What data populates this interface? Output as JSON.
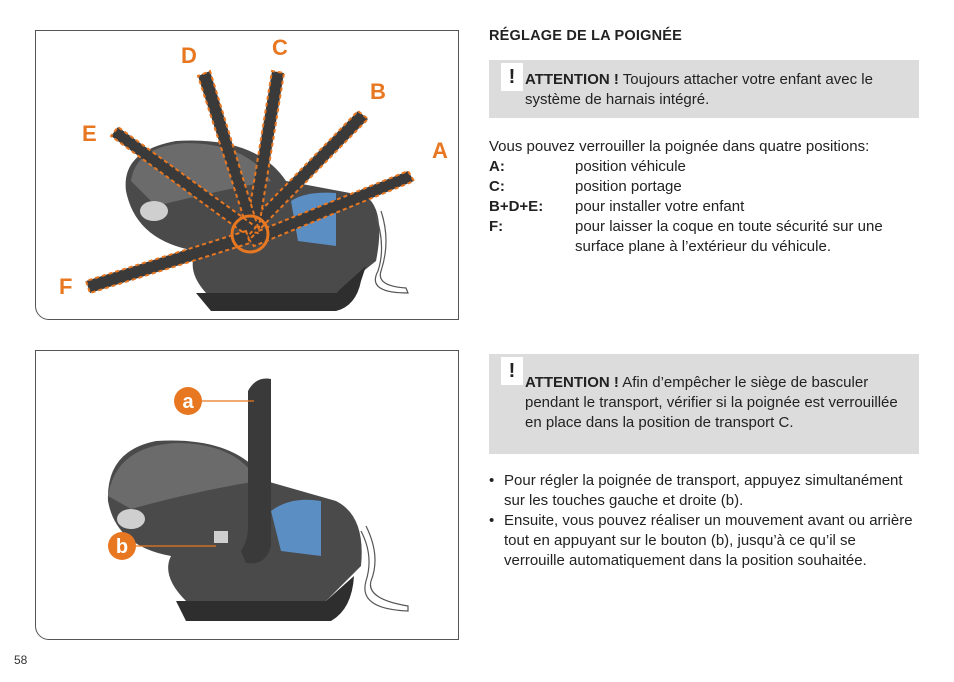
{
  "page_number": "58",
  "heading": "RÉGLAGE DE LA POIGNÉE",
  "warning1": {
    "icon": "!",
    "label": "ATTENTION !",
    "text": " Toujours attacher votre enfant avec le système de harnais intégré."
  },
  "intro": "Vous pouvez verrouiller la poignée dans quatre positions:",
  "positions": [
    {
      "key": "A:",
      "value": "position véhicule"
    },
    {
      "key": "C:",
      "value": "position portage"
    },
    {
      "key": "B+D+E:",
      "value": "pour installer votre enfant"
    },
    {
      "key": "F:",
      "value": "pour laisser la coque en toute sécurité sur une surface plane à l’extérieur du véhicule."
    }
  ],
  "warning2": {
    "icon": "!",
    "label": "ATTENTION !",
    "text": " Afin d’empêcher le siège de basculer pendant le transport, vérifier si la poignée est verrouillée en place dans la position de transport C."
  },
  "bullets": [
    {
      "dot": "•",
      "text": "Pour régler la poignée de transport, appuyez simultanément sur les touches gauche et droite (b)."
    },
    {
      "dot": "•",
      "text": "Ensuite, vous pouvez réaliser un mouvement avant ou arrière tout en appuyant sur le bouton (b), jusqu’à ce qu’il se verrouille automatiquement dans la position souhaitée."
    }
  ],
  "figure1_labels": {
    "A": "A",
    "B": "B",
    "C": "C",
    "D": "D",
    "E": "E",
    "F": "F"
  },
  "figure2_labels": {
    "a": "a",
    "b": "b"
  },
  "colors": {
    "accent": "#e87722",
    "seat_dark": "#3a3a3a",
    "seat_mid": "#6b6b6b",
    "insert_blue": "#5b8fc4",
    "warning_bg": "#dcdcdc"
  }
}
